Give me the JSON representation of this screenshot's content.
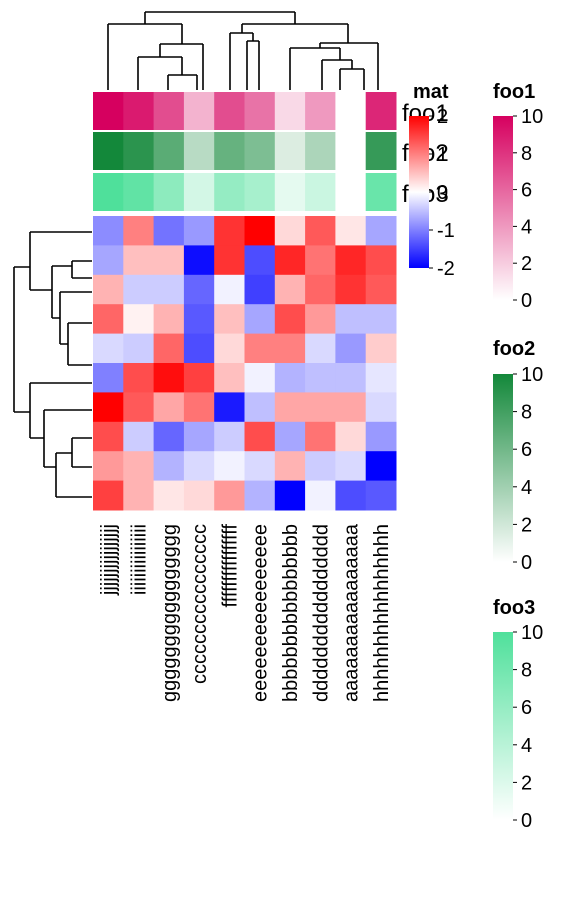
{
  "chart_data": {
    "type": "heatmap",
    "rows": 10,
    "columns": [
      "jjjjjjjjjjjjjjjj",
      "iiiiiiiiiiiiiiii",
      "gggggggggggggggg",
      "cccccccccccccccc",
      "ffffffffffffffff",
      "eeeeeeeeeeeeeeee",
      "bbbbbbbbbbbbbbbb",
      "dddddddddddddddd",
      "aaaaaaaaaaaaaaaa",
      "hhhhhhhhhhhhhhhh"
    ],
    "values": [
      [
        -0.9,
        1.0,
        -1.1,
        -0.8,
        1.6,
        2.0,
        0.3,
        1.3,
        0.2,
        -0.7
      ],
      [
        -0.7,
        0.5,
        0.5,
        -1.9,
        1.6,
        -1.4,
        1.7,
        1.1,
        1.7,
        1.4
      ],
      [
        0.6,
        -0.4,
        -0.4,
        -1.2,
        -0.1,
        -1.5,
        0.6,
        1.2,
        1.6,
        1.3
      ],
      [
        1.2,
        0.1,
        0.6,
        -1.3,
        0.5,
        -0.7,
        1.4,
        0.8,
        -0.5,
        -0.5
      ],
      [
        -0.3,
        -0.4,
        1.2,
        -1.4,
        0.3,
        1.0,
        1.0,
        -0.3,
        -0.8,
        0.4
      ],
      [
        -1.0,
        1.4,
        1.9,
        1.5,
        0.5,
        -0.1,
        -0.6,
        -0.5,
        -0.5,
        -0.2
      ],
      [
        2.0,
        1.3,
        0.7,
        1.1,
        -1.8,
        -0.5,
        0.7,
        0.7,
        0.7,
        -0.3
      ],
      [
        1.4,
        -0.4,
        -1.2,
        -0.7,
        -0.4,
        1.4,
        -0.7,
        1.1,
        0.3,
        -0.8
      ],
      [
        0.8,
        0.6,
        -0.6,
        -0.3,
        -0.1,
        -0.3,
        0.6,
        -0.4,
        -0.3,
        -2.3
      ],
      [
        1.5,
        0.6,
        0.2,
        0.3,
        0.8,
        -0.6,
        -2.0,
        -0.1,
        -1.4,
        -1.3
      ]
    ],
    "annotations": [
      {
        "name": "foo1",
        "values": [
          10,
          9,
          7,
          3,
          7,
          5.5,
          1.5,
          4,
          0,
          8.5
        ]
      },
      {
        "name": "foo2",
        "values": [
          10,
          9,
          7,
          3,
          6.5,
          5.5,
          1.5,
          3.5,
          0,
          8.5
        ]
      },
      {
        "name": "foo3",
        "values": [
          10,
          9,
          6.5,
          2.5,
          6,
          5,
          1.5,
          3,
          0,
          8.5
        ]
      }
    ],
    "legends": [
      {
        "title": "mat",
        "ticks": [
          "2",
          "1",
          "0",
          "-1",
          "-2"
        ],
        "range": [
          -2,
          2
        ],
        "colors": [
          "#ff0000",
          "#ffffff",
          "#0000ff"
        ]
      },
      {
        "title": "foo1",
        "ticks": [
          "10",
          "8",
          "6",
          "4",
          "2",
          "0"
        ],
        "range": [
          0,
          10
        ],
        "color": "#d6005f"
      },
      {
        "title": "foo2",
        "ticks": [
          "10",
          "8",
          "6",
          "4",
          "2",
          "0"
        ],
        "range": [
          0,
          10
        ],
        "color": "#13883a"
      },
      {
        "title": "foo3",
        "ticks": [
          "10",
          "8",
          "6",
          "4",
          "2",
          "0"
        ],
        "range": [
          0,
          10
        ],
        "color": "#4fe09b"
      }
    ],
    "colors": {
      "high": "#ff0000",
      "mid": "#ffffff",
      "low": "#0000ff"
    }
  }
}
